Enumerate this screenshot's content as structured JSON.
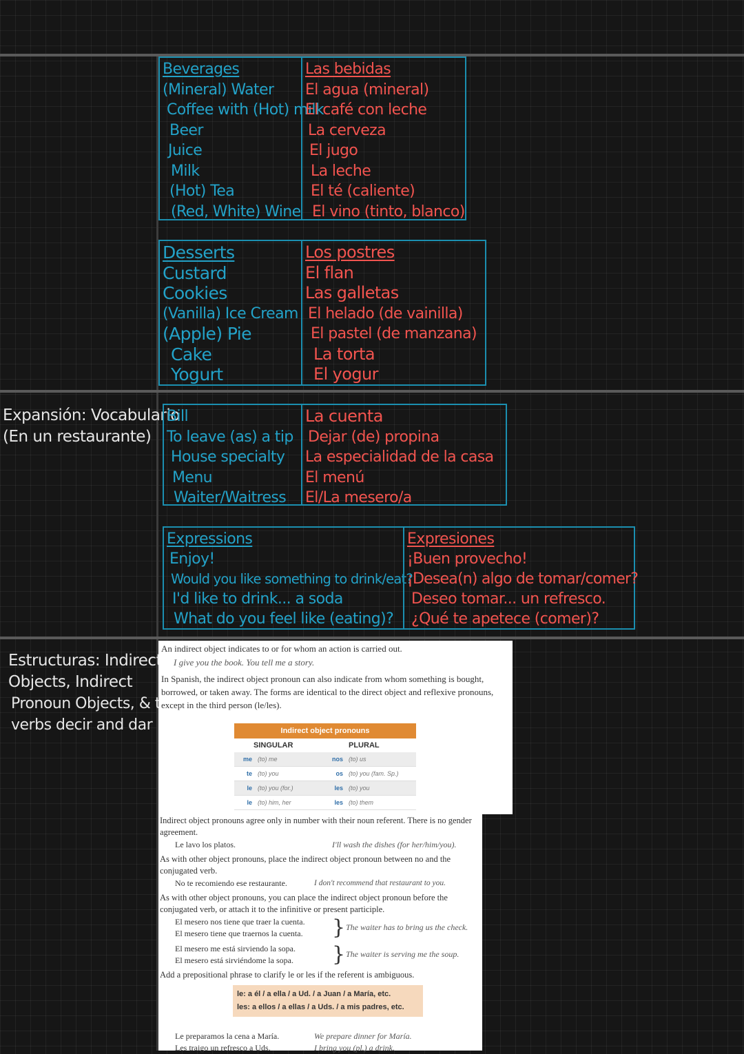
{
  "beverages": {
    "en": [
      "Beverages",
      "(Mineral) Water",
      "Coffee with (Hot) milk",
      "Beer",
      "Juice",
      "Milk",
      "(Hot) Tea",
      "(Red, White) Wine"
    ],
    "es": [
      "Las bebidas",
      "El agua (mineral)",
      "El café con leche",
      "La cerveza",
      "El jugo",
      "La leche",
      "El té (caliente)",
      "El vino (tinto, blanco)"
    ]
  },
  "desserts": {
    "en": [
      "Desserts",
      "Custard",
      "Cookies",
      "(Vanilla) Ice Cream",
      "(Apple) Pie",
      "Cake",
      "Yogurt"
    ],
    "es": [
      "Los postres",
      "El flan",
      "Las galletas",
      "El helado (de vainilla)",
      "El pastel (de manzana)",
      "La torta",
      "El yogur"
    ]
  },
  "expansion": {
    "label": [
      "Expansión: Vocabulario",
      "(En un restaurante)"
    ],
    "en": [
      "Bill",
      "To leave (as) a tip",
      "House specialty",
      "Menu",
      "Waiter/Waitress"
    ],
    "es": [
      "La cuenta",
      "Dejar (de) propina",
      "La especialidad de la casa",
      "El menú",
      "El/La mesero/a"
    ]
  },
  "expressions": {
    "en": [
      "Expressions",
      "Enjoy!",
      "Would you like something to drink/eat?",
      "I'd like to drink... a soda",
      "What do you feel like (eating)?"
    ],
    "es": [
      "Expresiones",
      "¡Buen provecho!",
      "¡Desea(n) algo de tomar/comer?",
      "Deseo tomar... un refresco.",
      "¿Qué te apetece (comer)?"
    ]
  },
  "structures": {
    "label": [
      "Estructuras: Indirect",
      "Objects, Indirect",
      "Pronoun Objects, & the",
      "verbs decir and dar"
    ]
  },
  "doc1": {
    "p1": "An indirect object indicates to or for whom an action is carried out.",
    "ex1": "I give you the book. You tell me a story.",
    "p2": "In Spanish, the indirect object pronoun can also indicate from whom something is bought, borrowed, or taken away. The forms are identical to the direct object and reflexive pronouns, except in the third person (le/les).",
    "table_title": "Indirect object pronouns",
    "singular": "SINGULAR",
    "plural": "PLURAL",
    "rows": [
      {
        "sp": "me",
        "sm": "(to) me",
        "pp": "nos",
        "pm": "(to) us"
      },
      {
        "sp": "te",
        "sm": "(to) you",
        "pp": "os",
        "pm": "(to) you (fam. Sp.)"
      },
      {
        "sp": "le",
        "sm": "(to) you (for.)",
        "pp": "les",
        "pm": "(to) you"
      },
      {
        "sp": "le",
        "sm": "(to) him, her",
        "pp": "les",
        "pm": "(to) them"
      }
    ]
  },
  "doc2": {
    "p1": "Indirect object pronouns agree only in number with their noun referent. There is no gender agreement.",
    "ex1_es": "Le lavo los platos.",
    "ex1_en": "I'll wash the dishes (for her/him/you).",
    "p2": "As with other object pronouns, place the indirect object pronoun between no and the conjugated verb.",
    "ex2_es": "No te recomiendo ese restaurante.",
    "ex2_en": "I don't recommend that restaurant to you.",
    "p3": "As with other object pronouns, you can place the indirect object pronoun before the conjugated verb, or attach it to the infinitive or present participle.",
    "ex3a": "El mesero nos tiene que traer la cuenta.",
    "ex3b": "El mesero tiene que traernos la cuenta.",
    "ex3_en": "The waiter has to bring us the check.",
    "ex4a": "El mesero me está sirviendo la sopa.",
    "ex4b": "El mesero está sirviéndome la sopa.",
    "ex4_en": "The waiter is serving me the soup.",
    "p4": "Add a prepositional phrase to clarify le or les if the referent is ambiguous.",
    "box1": "le: a él / a ella / a Ud. / a Juan / a María, etc.",
    "box2": "les: a ellos / a ellas / a Uds. / a mis padres, etc.",
    "ex5_es": "Le preparamos la cena a María.",
    "ex5_en": "We prepare dinner for María.",
    "ex6_es": "Les traigo un refresco a Uds.",
    "ex6_en": "I bring you (pl.) a drink."
  }
}
